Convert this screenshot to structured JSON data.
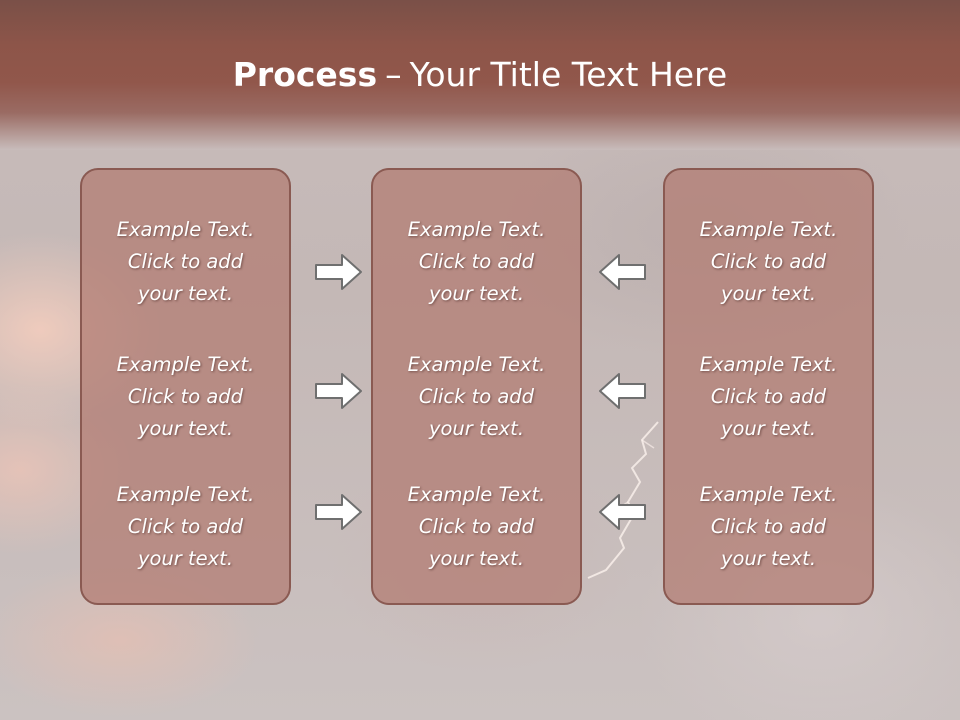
{
  "slide": {
    "title_bold": "Process",
    "title_dash": "–",
    "title_rest": "Your Title Text Here"
  },
  "columns": [
    {
      "items": [
        {
          "line1": "Example Text.",
          "line2": "Click  to add",
          "line3": "your text."
        },
        {
          "line1": "Example Text.",
          "line2": "Click  to add",
          "line3": "your text."
        },
        {
          "line1": "Example Text.",
          "line2": "Click  to add",
          "line3": "your text."
        }
      ]
    },
    {
      "items": [
        {
          "line1": "Example Text.",
          "line2": "Click  to add",
          "line3": "your text."
        },
        {
          "line1": "Example Text.",
          "line2": "Click  to add",
          "line3": "your text."
        },
        {
          "line1": "Example Text.",
          "line2": "Click  to add",
          "line3": "your text."
        }
      ]
    },
    {
      "items": [
        {
          "line1": "Example Text.",
          "line2": "Click  to add",
          "line3": "your text."
        },
        {
          "line1": "Example Text.",
          "line2": "Click  to add",
          "line3": "your text."
        },
        {
          "line1": "Example Text.",
          "line2": "Click  to add",
          "line3": "your text."
        }
      ]
    }
  ],
  "arrows": {
    "left_group": [
      "right-arrow-icon",
      "right-arrow-icon",
      "right-arrow-icon"
    ],
    "right_group": [
      "left-arrow-icon",
      "left-arrow-icon",
      "left-arrow-icon"
    ]
  },
  "colors": {
    "header": "#8d5549",
    "box_fill": "#b27a70",
    "box_border": "#8a5a52",
    "arrow_fill": "#ffffff",
    "arrow_stroke": "#6f6f6f",
    "text": "#ffffff"
  }
}
